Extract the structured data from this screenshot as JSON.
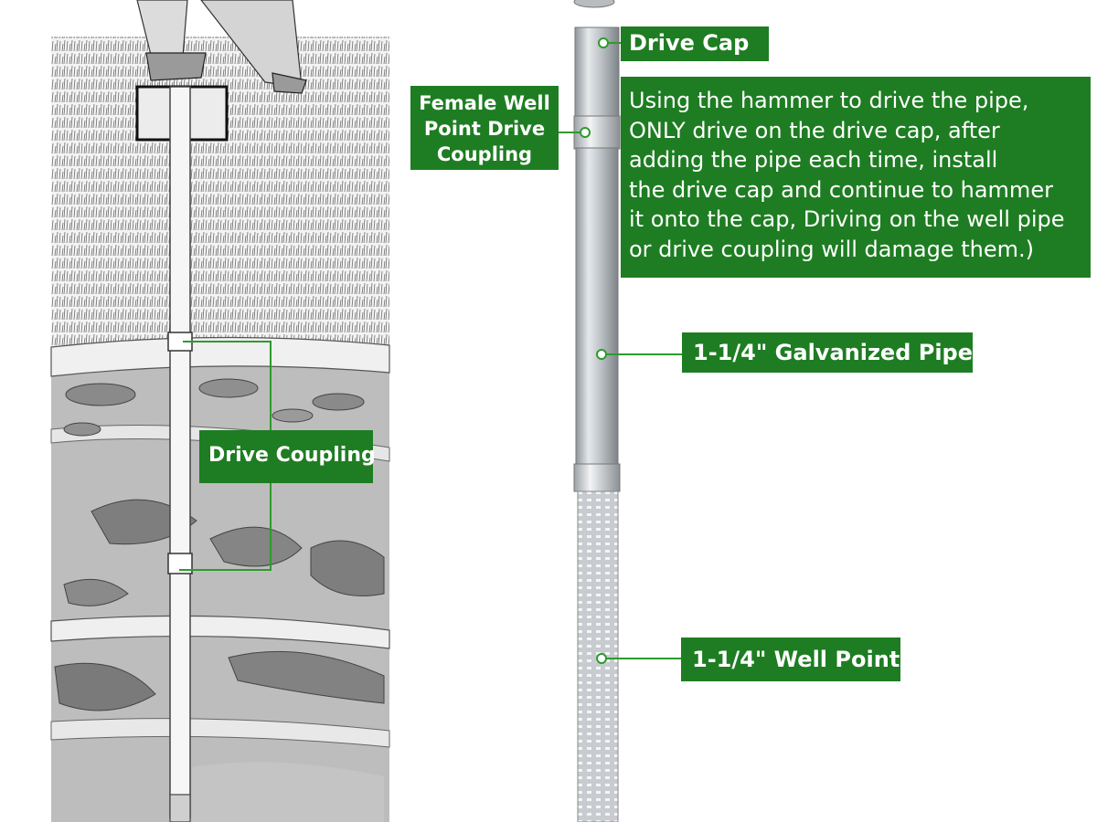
{
  "labels": {
    "drive_cap": "Drive Cap",
    "female_coupling": "Female Well Point Drive Coupling",
    "drive_coupling": "Drive Coupling",
    "galvanized_pipe": "1-1/4\" Galvanized Pipe",
    "well_point": "1-1/4\" Well Point"
  },
  "instructions": {
    "lines": [
      "Using the hammer to drive the pipe,",
      "ONLY drive on the drive cap, after",
      "adding the pipe each time, install",
      "the drive cap and continue to hammer",
      "it onto the cap, Driving on the well pipe",
      "or drive coupling will damage them.)"
    ]
  },
  "colors": {
    "label_green": "#1e7d22",
    "leader_green": "#2e9a2e",
    "label_text": "#ffffff"
  }
}
